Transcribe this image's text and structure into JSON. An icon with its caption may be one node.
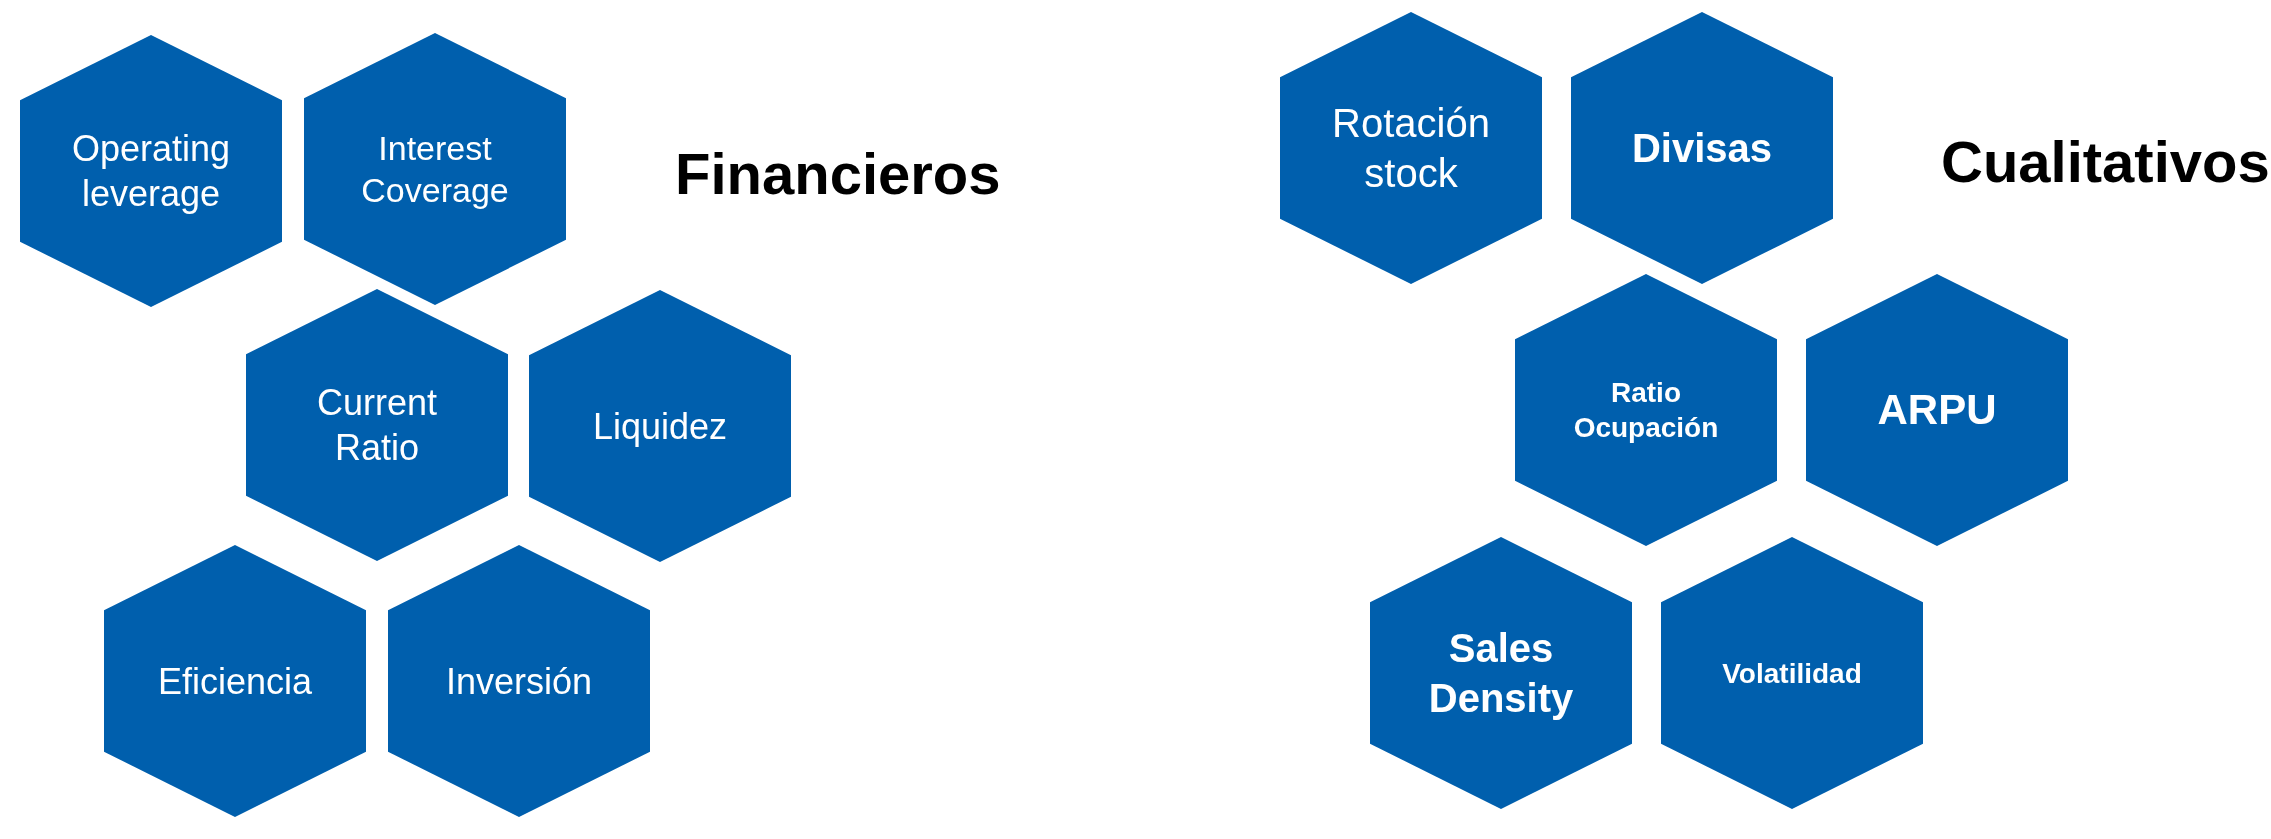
{
  "diagram": {
    "nodes": [
      {
        "text": [
          "Operating leverage"
        ]
      },
      {
        "text": [
          "Interest Coverage"
        ]
      },
      {
        "text": [
          "Current Ratio"
        ]
      },
      {
        "text": [
          "Liquidez"
        ]
      },
      {
        "text": [
          "Eficiencia"
        ]
      },
      {
        "text": [
          "Inversión"
        ]
      },
      {
        "text": [
          "Rotación stock"
        ]
      },
      {
        "text": [
          "Divisas"
        ]
      },
      {
        "text": [
          "Ratio Ocupación"
        ]
      },
      {
        "text": [
          "ARPU"
        ]
      },
      {
        "text": [
          "Sales Density"
        ]
      },
      {
        "text": [
          "Volatilidad"
        ]
      }
    ],
    "labels": [
      "Financieros",
      "Cualitativos"
    ]
  }
}
